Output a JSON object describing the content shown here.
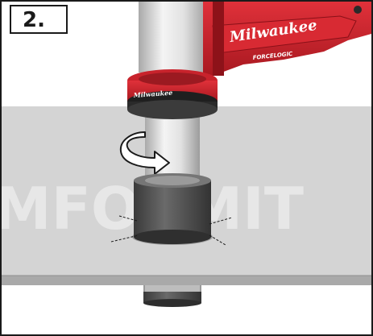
{
  "step": {
    "label": "2."
  },
  "tool": {
    "brand_text": "Milwaukee",
    "model_text": "FORCELOGIC",
    "collar_brand_text": "Milwaukee"
  },
  "watermark": {
    "text": "MFORMIT"
  },
  "colors": {
    "tool_red": "#c8232c",
    "panel_gray": "#d4d4d4",
    "die_dark": "#555555",
    "cylinder_silver": "#e6e6e6"
  },
  "icons": {
    "rotation": "clockwise-rotation-arrow-icon"
  }
}
